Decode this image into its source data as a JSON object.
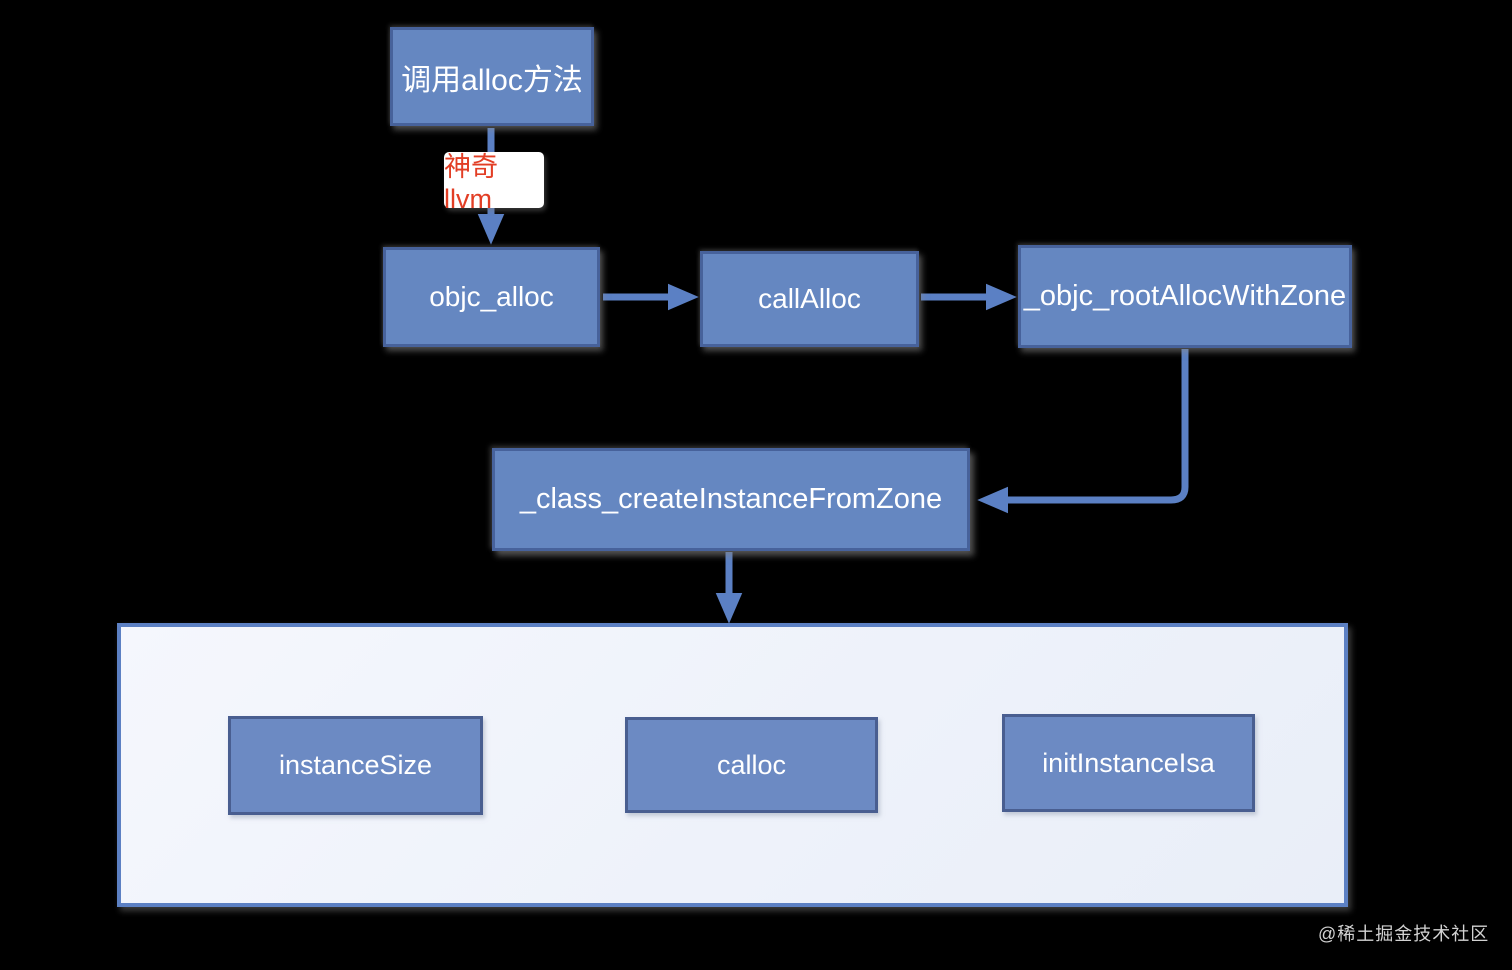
{
  "diagram": {
    "background": "#000000",
    "colors": {
      "node_fill": "#6587c1",
      "node_border": "#47629b",
      "arrow": "#5b80c4",
      "node_text": "#ffffff",
      "llvm_text": "#e23e25",
      "llvm_bg": "#ffffff",
      "container_fill": "#eef2fa",
      "container_border": "#5c80c3",
      "watermark_text": "#d2d2d2"
    },
    "nodes": {
      "call_alloc_method": {
        "label": "调用alloc方法"
      },
      "llvm": {
        "label": "神奇llvm"
      },
      "objc_alloc": {
        "label": "objc_alloc"
      },
      "call_alloc": {
        "label": "callAlloc"
      },
      "objc_root_alloc_with_zone": {
        "label": "_objc_rootAllocWithZone"
      },
      "class_create_instance_from_zone": {
        "label": "_class_createInstanceFromZone"
      },
      "instance_size": {
        "label": "instanceSize"
      },
      "calloc": {
        "label": "calloc"
      },
      "init_instance_isa": {
        "label": "initInstanceIsa"
      }
    },
    "edges": [
      {
        "from": "call_alloc_method",
        "to": "objc_alloc",
        "label": "神奇llvm"
      },
      {
        "from": "objc_alloc",
        "to": "call_alloc",
        "label": ""
      },
      {
        "from": "call_alloc",
        "to": "objc_root_alloc_with_zone",
        "label": ""
      },
      {
        "from": "objc_root_alloc_with_zone",
        "to": "class_create_instance_from_zone",
        "label": ""
      },
      {
        "from": "class_create_instance_from_zone",
        "to": "zone_container",
        "label": ""
      }
    ],
    "watermark": "@稀土掘金技术社区"
  }
}
